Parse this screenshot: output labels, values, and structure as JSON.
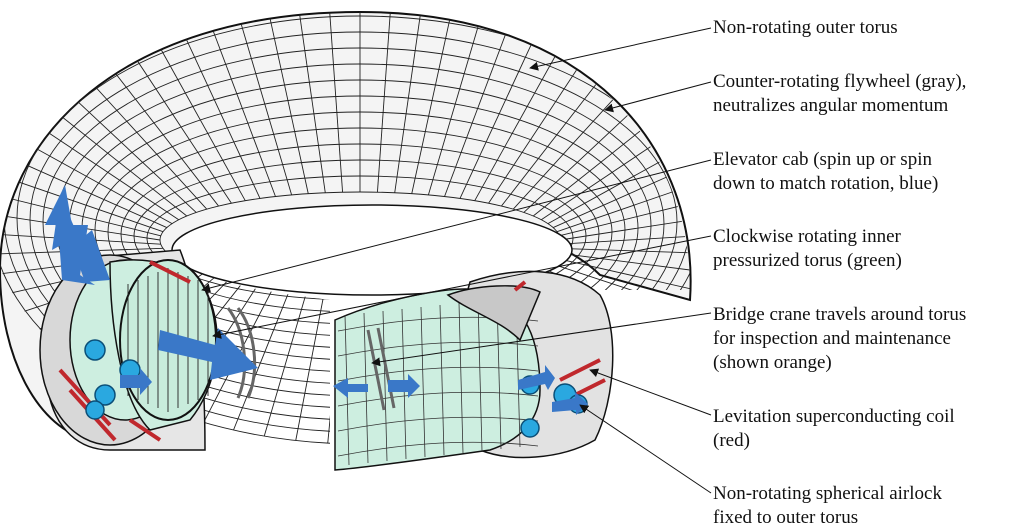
{
  "labels": [
    {
      "id": "outer",
      "lines": [
        "Non-rotating outer torus"
      ]
    },
    {
      "id": "flywheel",
      "lines": [
        "Counter-rotating flywheel (gray),",
        "neutralizes angular momentum"
      ]
    },
    {
      "id": "elevator",
      "lines": [
        "Elevator cab (spin up or spin",
        "down to match rotation, blue)"
      ]
    },
    {
      "id": "inner",
      "lines": [
        "Clockwise rotating inner",
        "pressurized torus (green)"
      ]
    },
    {
      "id": "crane",
      "lines": [
        "Bridge crane travels around torus",
        "for inspection and maintenance",
        "(shown orange)"
      ]
    },
    {
      "id": "coil",
      "lines": [
        "Levitation superconducting coil",
        "(red)"
      ]
    },
    {
      "id": "airlock",
      "lines": [
        "Non-rotating spherical airlock",
        "fixed to outer torus"
      ]
    }
  ],
  "colors": {
    "wireframe": "#1a1a1a",
    "inner_torus": "#cdeee0",
    "flywheel": "#c8c8c8",
    "elevator": "#2aa8e0",
    "coil": "#c0282d",
    "arrow": "#3a78c8",
    "crane": "#6b6b6b"
  }
}
